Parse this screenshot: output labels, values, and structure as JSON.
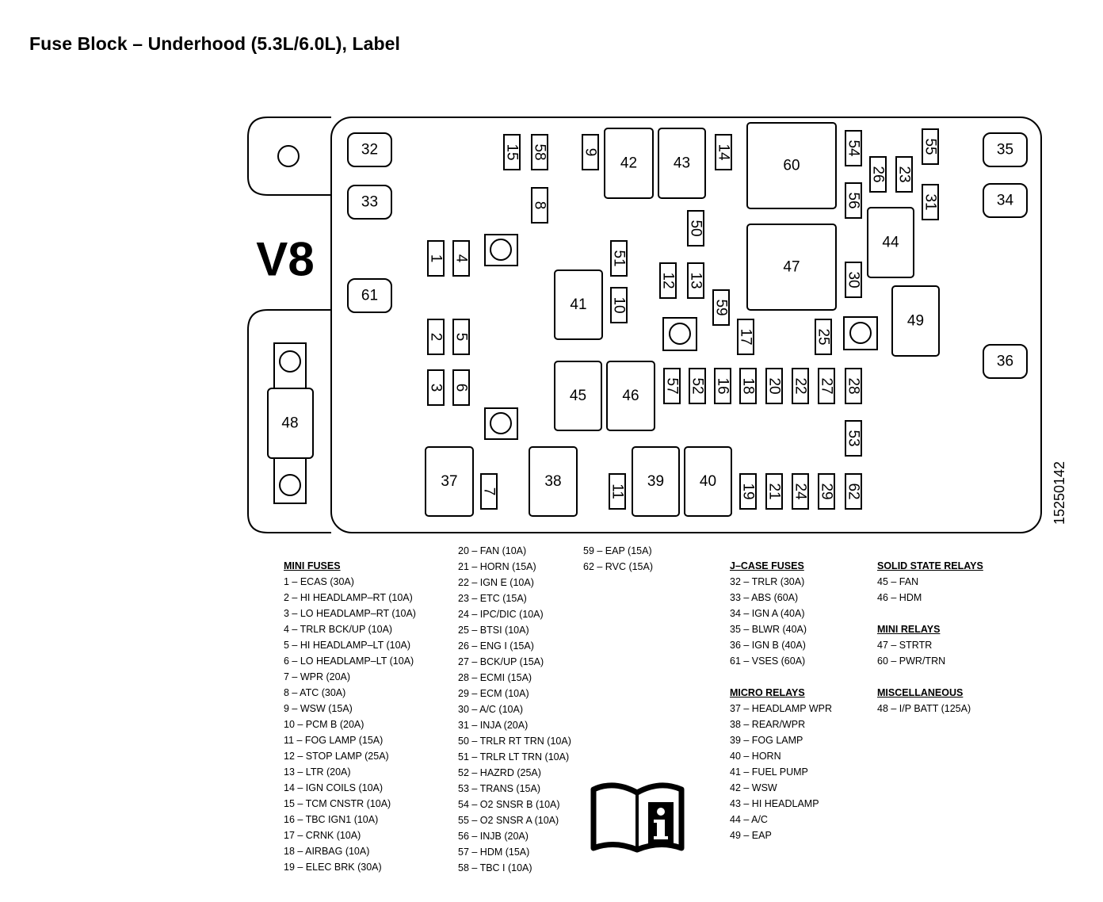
{
  "title": "Fuse Block – Underhood (5.3L/6.0L), Label",
  "engine_mark": "V8",
  "part_number": "15250142",
  "diagram": {
    "jcase": [
      {
        "id": "32",
        "label": "32"
      },
      {
        "id": "33",
        "label": "33"
      },
      {
        "id": "61",
        "label": "61"
      },
      {
        "id": "35",
        "label": "35"
      },
      {
        "id": "34",
        "label": "34"
      },
      {
        "id": "36",
        "label": "36"
      }
    ],
    "relays": [
      {
        "id": "42",
        "label": "42"
      },
      {
        "id": "43",
        "label": "43"
      },
      {
        "id": "60",
        "label": "60"
      },
      {
        "id": "47",
        "label": "47"
      },
      {
        "id": "44",
        "label": "44"
      },
      {
        "id": "49",
        "label": "49"
      },
      {
        "id": "41",
        "label": "41"
      },
      {
        "id": "45",
        "label": "45"
      },
      {
        "id": "46",
        "label": "46"
      },
      {
        "id": "37",
        "label": "37"
      },
      {
        "id": "38",
        "label": "38"
      },
      {
        "id": "39",
        "label": "39"
      },
      {
        "id": "40",
        "label": "40"
      },
      {
        "id": "48",
        "label": "48"
      }
    ],
    "mini_fuses": [
      "15",
      "58",
      "9",
      "8",
      "14",
      "54",
      "56",
      "26",
      "23",
      "55",
      "31",
      "1",
      "4",
      "51",
      "10",
      "50",
      "12",
      "13",
      "59",
      "30",
      "2",
      "5",
      "17",
      "25",
      "3",
      "6",
      "57",
      "52",
      "16",
      "18",
      "20",
      "22",
      "27",
      "28",
      "53",
      "7",
      "11",
      "19",
      "21",
      "24",
      "29",
      "62"
    ]
  },
  "legend": {
    "col1": [
      {
        "type": "hdr",
        "text": "MINI FUSES"
      },
      {
        "type": "row",
        "text": "1 – ECAS (30A)"
      },
      {
        "type": "row",
        "text": "2 – HI HEADLAMP–RT (10A)"
      },
      {
        "type": "row",
        "text": "3 – LO HEADLAMP–RT (10A)"
      },
      {
        "type": "row",
        "text": "4 – TRLR BCK/UP (10A)"
      },
      {
        "type": "row",
        "text": "5 – HI HEADLAMP–LT (10A)"
      },
      {
        "type": "row",
        "text": "6 – LO HEADLAMP–LT (10A)"
      },
      {
        "type": "row",
        "text": "7 – WPR (20A)"
      },
      {
        "type": "row",
        "text": "8 – ATC (30A)"
      },
      {
        "type": "row",
        "text": "9 – WSW (15A)"
      },
      {
        "type": "row",
        "text": "10 – PCM B (20A)"
      },
      {
        "type": "row",
        "text": "11 – FOG LAMP (15A)"
      },
      {
        "type": "row",
        "text": "12 – STOP LAMP (25A)"
      },
      {
        "type": "row",
        "text": "13 – LTR (20A)"
      },
      {
        "type": "row",
        "text": "14 – IGN COILS (10A)"
      },
      {
        "type": "row",
        "text": "15 – TCM CNSTR (10A)"
      },
      {
        "type": "row",
        "text": "16 – TBC IGN1 (10A)"
      },
      {
        "type": "row",
        "text": "17 – CRNK (10A)"
      },
      {
        "type": "row",
        "text": "18 – AIRBAG (10A)"
      },
      {
        "type": "row",
        "text": "19 – ELEC BRK (30A)"
      }
    ],
    "col2": [
      {
        "type": "row",
        "text": "20 – FAN (10A)"
      },
      {
        "type": "row",
        "text": "21 – HORN (15A)"
      },
      {
        "type": "row",
        "text": "22 – IGN E (10A)"
      },
      {
        "type": "row",
        "text": "23 – ETC (15A)"
      },
      {
        "type": "row",
        "text": "24 – IPC/DIC (10A)"
      },
      {
        "type": "row",
        "text": "25 – BTSI (10A)"
      },
      {
        "type": "row",
        "text": "26 – ENG I (15A)"
      },
      {
        "type": "row",
        "text": "27 – BCK/UP (15A)"
      },
      {
        "type": "row",
        "text": "28 – ECMI (15A)"
      },
      {
        "type": "row",
        "text": "29 – ECM (10A)"
      },
      {
        "type": "row",
        "text": "30 – A/C (10A)"
      },
      {
        "type": "row",
        "text": "31 – INJA (20A)"
      },
      {
        "type": "row",
        "text": "50 – TRLR RT TRN (10A)"
      },
      {
        "type": "row",
        "text": "51 – TRLR LT TRN (10A)"
      },
      {
        "type": "row",
        "text": "52 – HAZRD (25A)"
      },
      {
        "type": "row",
        "text": "53 – TRANS (15A)"
      },
      {
        "type": "row",
        "text": "54 – O2 SNSR B (10A)"
      },
      {
        "type": "row",
        "text": "55 – O2 SNSR A (10A)"
      },
      {
        "type": "row",
        "text": "56 – INJB (20A)"
      },
      {
        "type": "row",
        "text": "57 – HDM (15A)"
      },
      {
        "type": "row",
        "text": "58 – TBC I (10A)"
      }
    ],
    "col3": [
      {
        "type": "row",
        "text": "59 – EAP (15A)"
      },
      {
        "type": "row",
        "text": "62 – RVC (15A)"
      }
    ],
    "col4": [
      {
        "type": "hdr",
        "text": "J–CASE FUSES"
      },
      {
        "type": "row",
        "text": "32 – TRLR (30A)"
      },
      {
        "type": "row",
        "text": "33 – ABS (60A)"
      },
      {
        "type": "row",
        "text": "34 – IGN A (40A)"
      },
      {
        "type": "row",
        "text": "35 – BLWR (40A)"
      },
      {
        "type": "row",
        "text": "36 – IGN B (40A)"
      },
      {
        "type": "row",
        "text": "61 – VSES (60A)"
      },
      {
        "type": "gap"
      },
      {
        "type": "hdr",
        "text": "MICRO RELAYS"
      },
      {
        "type": "row",
        "text": "37 – HEADLAMP WPR"
      },
      {
        "type": "row",
        "text": "38 – REAR/WPR"
      },
      {
        "type": "row",
        "text": "39 – FOG LAMP"
      },
      {
        "type": "row",
        "text": "40 – HORN"
      },
      {
        "type": "row",
        "text": "41 – FUEL PUMP"
      },
      {
        "type": "row",
        "text": "42 – WSW"
      },
      {
        "type": "row",
        "text": "43 – HI HEADLAMP"
      },
      {
        "type": "row",
        "text": "44 – A/C"
      },
      {
        "type": "row",
        "text": "49 – EAP"
      }
    ],
    "col5": [
      {
        "type": "hdr",
        "text": "SOLID STATE RELAYS"
      },
      {
        "type": "row",
        "text": "45 – FAN"
      },
      {
        "type": "row",
        "text": "46 – HDM"
      },
      {
        "type": "gap"
      },
      {
        "type": "hdr",
        "text": "MINI RELAYS"
      },
      {
        "type": "row",
        "text": "47 – STRTR"
      },
      {
        "type": "row",
        "text": "60 – PWR/TRN"
      },
      {
        "type": "gap"
      },
      {
        "type": "hdr",
        "text": "MISCELLANEOUS"
      },
      {
        "type": "row",
        "text": "48 – I/P BATT (125A)"
      }
    ]
  }
}
